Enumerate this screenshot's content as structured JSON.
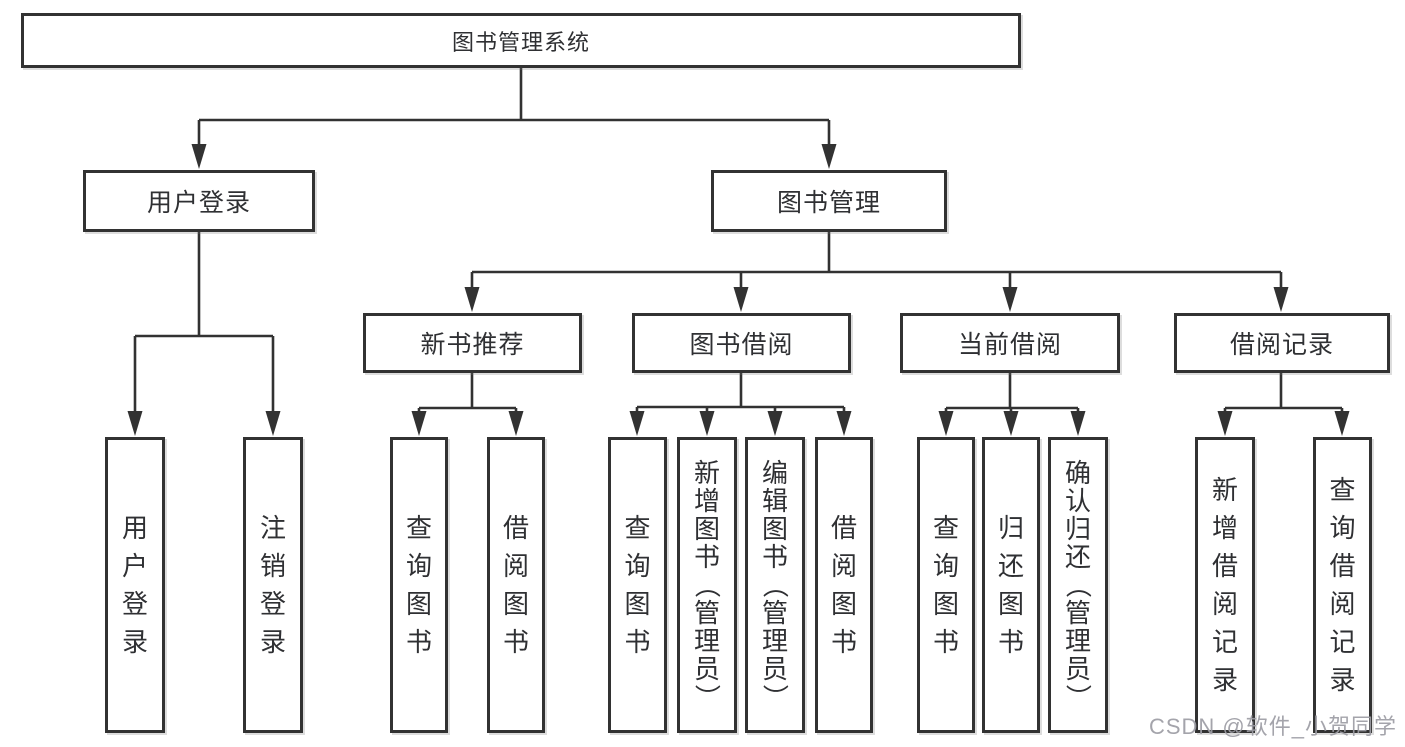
{
  "diagram": {
    "root": {
      "label": "图书管理系统"
    },
    "branches": [
      {
        "label": "用户登录",
        "children": [
          {
            "label": "用户登录"
          },
          {
            "label": "注销登录"
          }
        ]
      },
      {
        "label": "图书管理",
        "children": [
          {
            "label": "新书推荐",
            "children": [
              {
                "label": "查询图书"
              },
              {
                "label": "借阅图书"
              }
            ]
          },
          {
            "label": "图书借阅",
            "children": [
              {
                "label": "查询图书"
              },
              {
                "label": "新增图书（管理员）"
              },
              {
                "label": "编辑图书（管理员）"
              },
              {
                "label": "借阅图书"
              }
            ]
          },
          {
            "label": "当前借阅",
            "children": [
              {
                "label": "查询图书"
              },
              {
                "label": "归还图书"
              },
              {
                "label": "确认归还（管理员）"
              }
            ]
          },
          {
            "label": "借阅记录",
            "children": [
              {
                "label": "新增借阅记录"
              },
              {
                "label": "查询借阅记录"
              }
            ]
          }
        ]
      }
    ]
  },
  "watermark": {
    "text": "CSDN @软件_小贺同学"
  },
  "colors": {
    "line": "#323232",
    "box_border": "#323232",
    "text": "#2f3033",
    "watermark": "#9c9ca4",
    "background": "#ffffff"
  }
}
